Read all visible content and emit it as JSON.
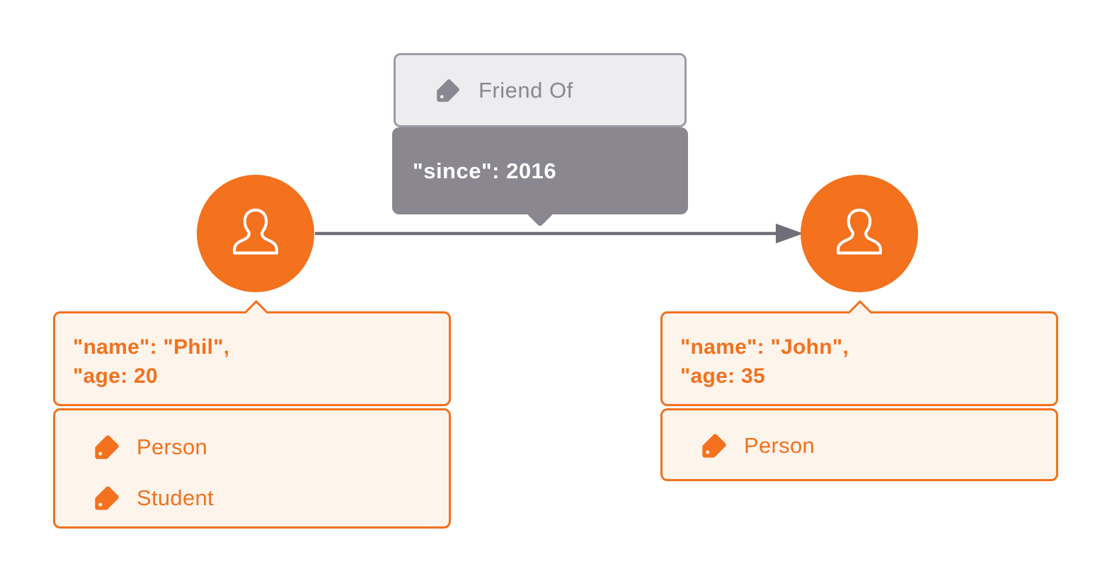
{
  "relationship": {
    "label": "Friend Of",
    "property": "\"since\": 2016"
  },
  "nodes": [
    {
      "side": "left",
      "properties": [
        "\"name\": \"Phil\",",
        "\"age: 20"
      ],
      "labels": [
        "Person",
        "Student"
      ]
    },
    {
      "side": "right",
      "properties": [
        "\"name\": \"John\",",
        "\"age: 35"
      ],
      "labels": [
        "Person"
      ]
    }
  ],
  "colors": {
    "node_orange": "#F4711D",
    "callout_fill": "#FDF4EC",
    "relationship_gray": "#8A8790",
    "relationship_label_fill": "#EDECEF",
    "relationship_label_border": "#9D9AA4",
    "arrow_gray": "#716E79",
    "property_text_on_gray": "#FFFFFF"
  },
  "icons": {
    "relationship_icon": "tag-icon",
    "node_icon": "person-icon",
    "label_icon": "tag-icon"
  }
}
